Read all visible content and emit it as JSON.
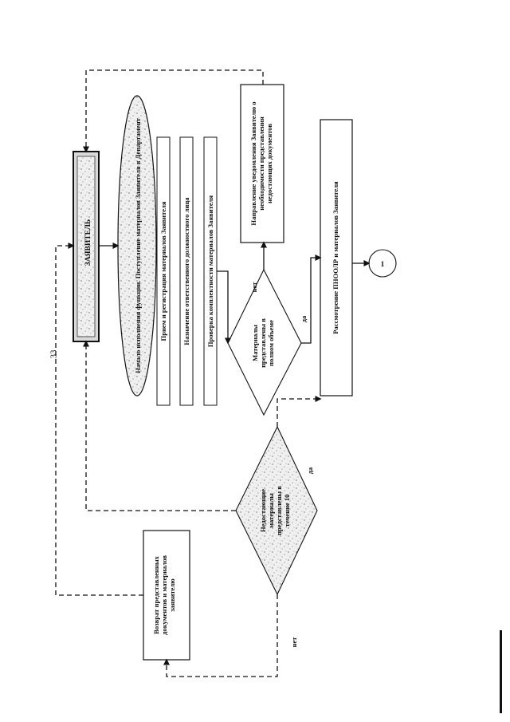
{
  "page": {
    "number": "33"
  },
  "diagram": {
    "nodes": {
      "applicant": "ЗАЯВИТЕЛЬ",
      "start": "Начало исполнения функции. Поступление материалов Заявителя в Департамент",
      "receive": "Прием и регистрация материалов Заявителя",
      "assign": "Назначение ответственного должностного лица",
      "check": "Проверка комплектности материалов Заявителя",
      "decision_complete": {
        "line1": "Материалы",
        "line2": "представлены в",
        "line3": "полном объеме"
      },
      "notify": {
        "line1": "Направление уведомления Заявителю о",
        "line2": "необходимости представления",
        "line3": "недостающих документов"
      },
      "decision_missing": {
        "line1": "Недостающие",
        "line2": "материалы",
        "line3": "представлены в",
        "line4": "течение 10"
      },
      "review": "Рассмотрение ПНООЛР и материалов Заявителя",
      "return_docs": {
        "line1": "Возврат представленных",
        "line2": "документов и материалов",
        "line3": "заявителю"
      },
      "connector": "1"
    },
    "labels": {
      "no_top": "нет",
      "yes_top": "да",
      "yes_bottom": "да",
      "no_bottom": "нет"
    }
  }
}
